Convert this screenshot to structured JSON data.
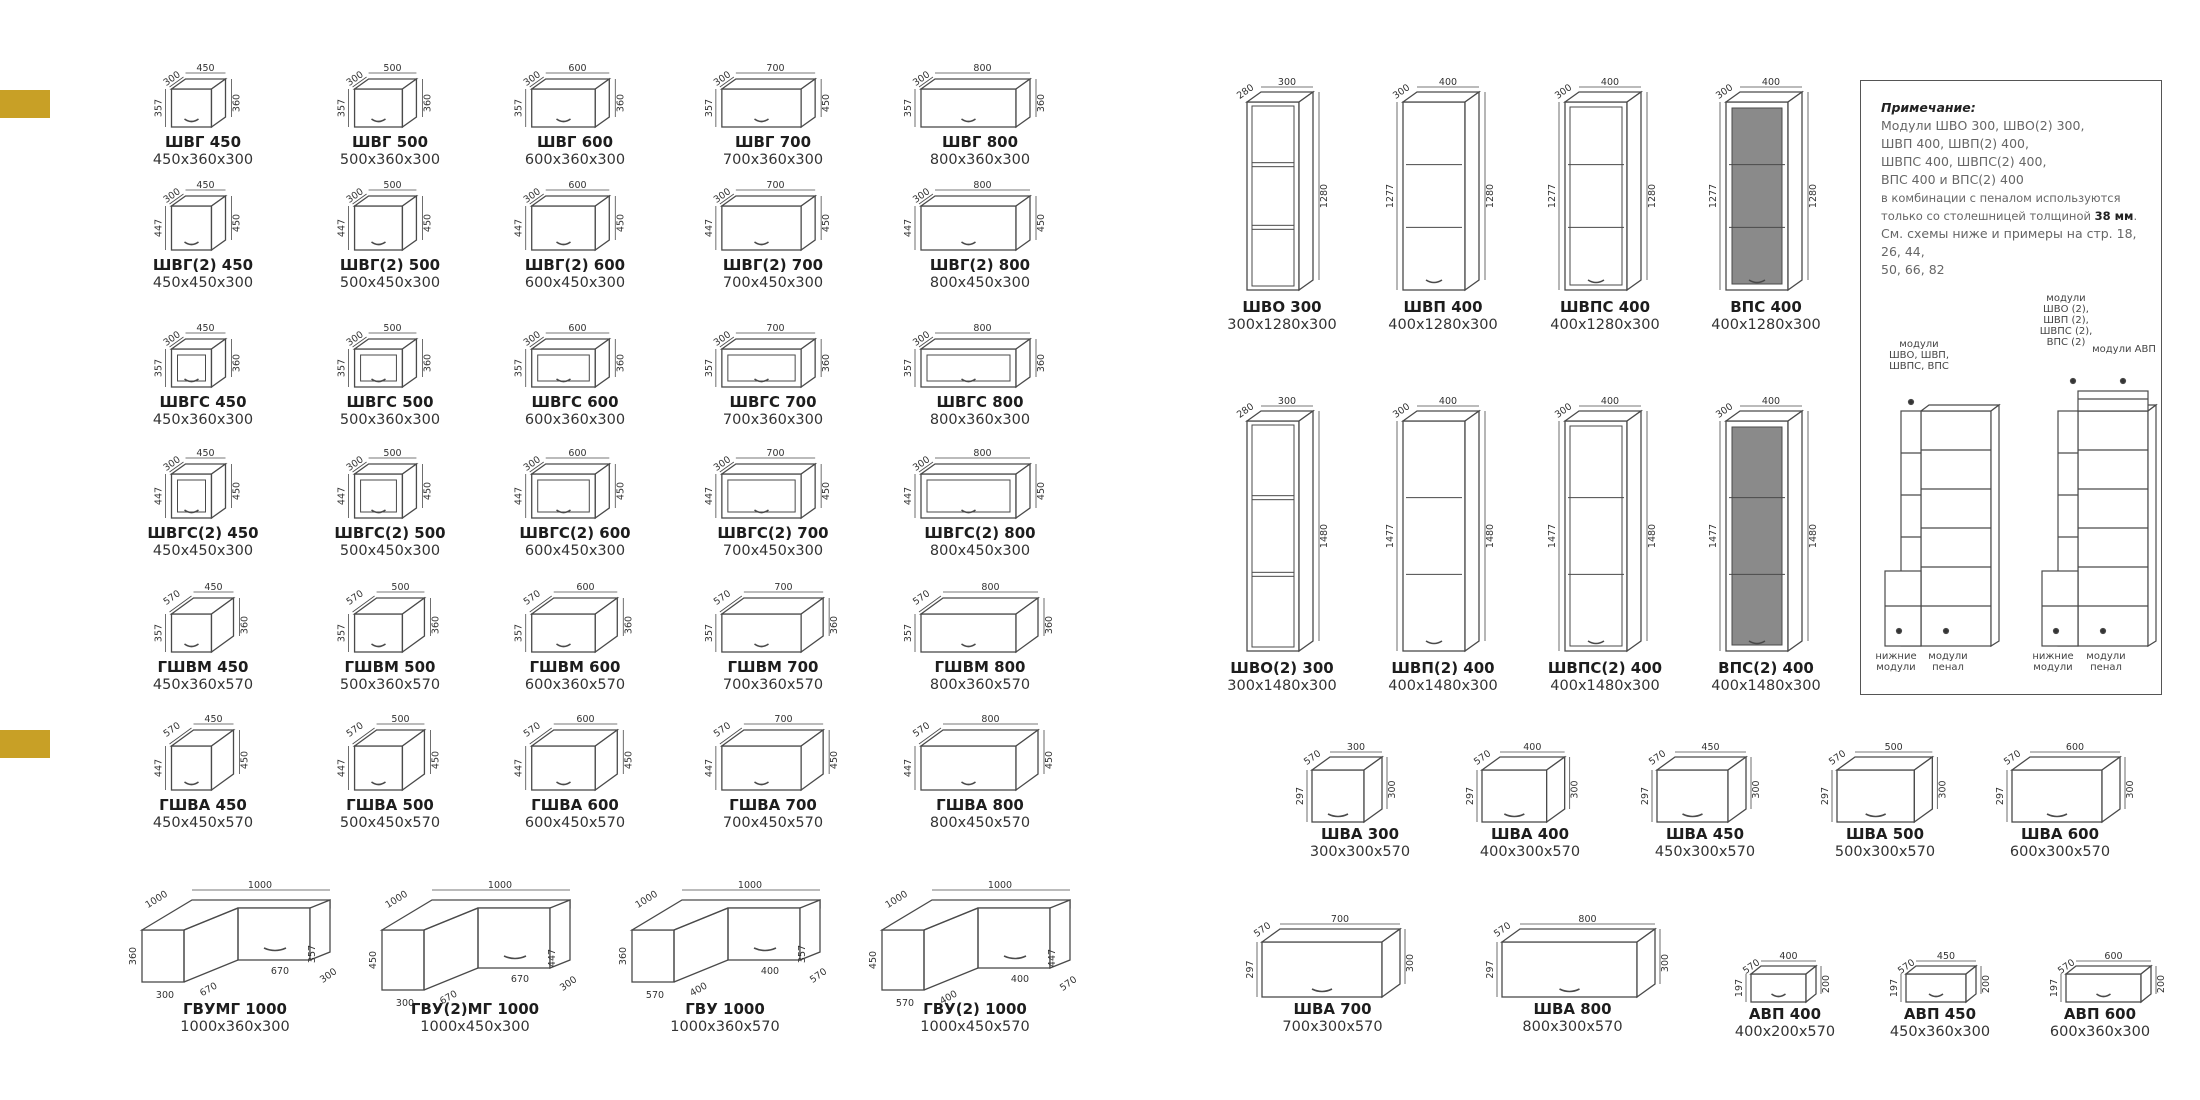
{
  "wall_modules": [
    {
      "name": "ШВГ 450",
      "size": "450x360x300",
      "w": "450",
      "d": "300",
      "h": "360",
      "hi": "357",
      "col": 0,
      "row": 0,
      "type": "flap"
    },
    {
      "name": "ШВГ 500",
      "size": "500x360x300",
      "w": "500",
      "d": "300",
      "h": "360",
      "hi": "357",
      "col": 1,
      "row": 0,
      "type": "flap"
    },
    {
      "name": "ШВГ 600",
      "size": "600x360x300",
      "w": "600",
      "d": "300",
      "h": "360",
      "hi": "357",
      "col": 2,
      "row": 0,
      "type": "flap"
    },
    {
      "name": "ШВГ 700",
      "size": "700x360x300",
      "w": "700",
      "d": "300",
      "h": "450",
      "hi": "357",
      "col": 3,
      "row": 0,
      "type": "flap"
    },
    {
      "name": "ШВГ 800",
      "size": "800x360x300",
      "w": "800",
      "d": "300",
      "h": "360",
      "hi": "357",
      "col": 4,
      "row": 0,
      "type": "flap"
    },
    {
      "name": "ШВГ(2) 450",
      "size": "450x450x300",
      "w": "450",
      "d": "300",
      "h": "450",
      "hi": "447",
      "col": 0,
      "row": 1,
      "type": "flap"
    },
    {
      "name": "ШВГ(2) 500",
      "size": "500x450x300",
      "w": "500",
      "d": "300",
      "h": "450",
      "hi": "447",
      "col": 1,
      "row": 1,
      "type": "flap"
    },
    {
      "name": "ШВГ(2) 600",
      "size": "600x450x300",
      "w": "600",
      "d": "300",
      "h": "450",
      "hi": "447",
      "col": 2,
      "row": 1,
      "type": "flap"
    },
    {
      "name": "ШВГ(2) 700",
      "size": "700x450x300",
      "w": "700",
      "d": "300",
      "h": "450",
      "hi": "447",
      "col": 3,
      "row": 1,
      "type": "flap"
    },
    {
      "name": "ШВГ(2) 800",
      "size": "800x450x300",
      "w": "800",
      "d": "300",
      "h": "450",
      "hi": "447",
      "col": 4,
      "row": 1,
      "type": "flap"
    },
    {
      "name": "ШВГС 450",
      "size": "450x360x300",
      "w": "450",
      "d": "300",
      "h": "360",
      "hi": "357",
      "col": 0,
      "row": 2,
      "type": "glass"
    },
    {
      "name": "ШВГС 500",
      "size": "500x360x300",
      "w": "500",
      "d": "300",
      "h": "360",
      "hi": "357",
      "col": 1,
      "row": 2,
      "type": "glass"
    },
    {
      "name": "ШВГС 600",
      "size": "600x360x300",
      "w": "600",
      "d": "300",
      "h": "360",
      "hi": "357",
      "col": 2,
      "row": 2,
      "type": "glass"
    },
    {
      "name": "ШВГС 700",
      "size": "700x360x300",
      "w": "700",
      "d": "300",
      "h": "360",
      "hi": "357",
      "col": 3,
      "row": 2,
      "type": "glass"
    },
    {
      "name": "ШВГС 800",
      "size": "800x360x300",
      "w": "800",
      "d": "300",
      "h": "360",
      "hi": "357",
      "col": 4,
      "row": 2,
      "type": "glass"
    },
    {
      "name": "ШВГС(2) 450",
      "size": "450x450x300",
      "w": "450",
      "d": "300",
      "h": "450",
      "hi": "447",
      "col": 0,
      "row": 3,
      "type": "glass"
    },
    {
      "name": "ШВГС(2) 500",
      "size": "500x450x300",
      "w": "500",
      "d": "300",
      "h": "450",
      "hi": "447",
      "col": 1,
      "row": 3,
      "type": "glass"
    },
    {
      "name": "ШВГС(2) 600",
      "size": "600x450x300",
      "w": "600",
      "d": "300",
      "h": "450",
      "hi": "447",
      "col": 2,
      "row": 3,
      "type": "glass"
    },
    {
      "name": "ШВГС(2) 700",
      "size": "700x450x300",
      "w": "700",
      "d": "300",
      "h": "450",
      "hi": "447",
      "col": 3,
      "row": 3,
      "type": "glass"
    },
    {
      "name": "ШВГС(2) 800",
      "size": "800x450x300",
      "w": "800",
      "d": "300",
      "h": "450",
      "hi": "447",
      "col": 4,
      "row": 3,
      "type": "glass"
    },
    {
      "name": "ГШВМ 450",
      "size": "450x360x570",
      "w": "450",
      "d": "570",
      "h": "360",
      "hi": "357",
      "col": 0,
      "row": 4,
      "type": "deep"
    },
    {
      "name": "ГШВМ 500",
      "size": "500x360x570",
      "w": "500",
      "d": "570",
      "h": "360",
      "hi": "357",
      "col": 1,
      "row": 4,
      "type": "deep"
    },
    {
      "name": "ГШВМ 600",
      "size": "600x360x570",
      "w": "600",
      "d": "570",
      "h": "360",
      "hi": "357",
      "col": 2,
      "row": 4,
      "type": "deep"
    },
    {
      "name": "ГШВМ 700",
      "size": "700x360x570",
      "w": "700",
      "d": "570",
      "h": "360",
      "hi": "357",
      "col": 3,
      "row": 4,
      "type": "deep"
    },
    {
      "name": "ГШВМ 800",
      "size": "800x360x570",
      "w": "800",
      "d": "570",
      "h": "360",
      "hi": "357",
      "col": 4,
      "row": 4,
      "type": "deep"
    },
    {
      "name": "ГШВА 450",
      "size": "450x450x570",
      "w": "450",
      "d": "570",
      "h": "450",
      "hi": "447",
      "col": 0,
      "row": 5,
      "type": "deep"
    },
    {
      "name": "ГШВА 500",
      "size": "500x450x570",
      "w": "500",
      "d": "570",
      "h": "450",
      "hi": "447",
      "col": 1,
      "row": 5,
      "type": "deep"
    },
    {
      "name": "ГШВА 600",
      "size": "600x450x570",
      "w": "600",
      "d": "570",
      "h": "450",
      "hi": "447",
      "col": 2,
      "row": 5,
      "type": "deep"
    },
    {
      "name": "ГШВА 700",
      "size": "700x450x570",
      "w": "700",
      "d": "570",
      "h": "450",
      "hi": "447",
      "col": 3,
      "row": 5,
      "type": "deep"
    },
    {
      "name": "ГШВА 800",
      "size": "800x450x570",
      "w": "800",
      "d": "570",
      "h": "450",
      "hi": "447",
      "col": 4,
      "row": 5,
      "type": "deep"
    }
  ],
  "corner_modules": [
    {
      "name": "ГВУМГ 1000",
      "size": "1000x360x300",
      "top": "1000",
      "side": "1000",
      "h": "360",
      "a": "670",
      "b": "670",
      "c": "300",
      "d": "300",
      "e": "357"
    },
    {
      "name": "ГВУ(2)МГ 1000",
      "size": "1000x450x300",
      "top": "1000",
      "side": "1000",
      "h": "450",
      "a": "670",
      "b": "670",
      "c": "300",
      "d": "300",
      "e": "447"
    },
    {
      "name": "ГВУ 1000",
      "size": "1000x360x570",
      "top": "1000",
      "side": "1000",
      "h": "360",
      "a": "400",
      "b": "400",
      "c": "570",
      "d": "570",
      "e": "357"
    },
    {
      "name": "ГВУ(2) 1000",
      "size": "1000x450x570",
      "top": "1000",
      "side": "1000",
      "h": "450",
      "a": "400",
      "b": "400",
      "c": "570",
      "d": "570",
      "e": "447"
    }
  ],
  "tall_modules": [
    {
      "name": "ШВО 300",
      "size": "300x1280x300",
      "w": "300",
      "d": "280",
      "h": "1280",
      "hi": "",
      "type": "open"
    },
    {
      "name": "ШВП 400",
      "size": "400x1280x300",
      "w": "400",
      "d": "300",
      "h": "1280",
      "hi": "1277",
      "type": "door"
    },
    {
      "name": "ШВПС 400",
      "size": "400x1280x300",
      "w": "400",
      "d": "300",
      "h": "1280",
      "hi": "1277",
      "type": "glassdoor"
    },
    {
      "name": "ВПС 400",
      "size": "400x1280x300",
      "w": "400",
      "d": "300",
      "h": "1280",
      "hi": "1277",
      "type": "dark"
    },
    {
      "name": "ШВО(2) 300",
      "size": "300x1480x300",
      "w": "300",
      "d": "280",
      "h": "1480",
      "hi": "",
      "type": "open"
    },
    {
      "name": "ШВП(2) 400",
      "size": "400x1480x300",
      "w": "400",
      "d": "300",
      "h": "1480",
      "hi": "1477",
      "type": "door"
    },
    {
      "name": "ШВПС(2) 400",
      "size": "400x1480x300",
      "w": "400",
      "d": "300",
      "h": "1480",
      "hi": "1477",
      "type": "glassdoor"
    },
    {
      "name": "ВПС(2) 400",
      "size": "400x1480x300",
      "w": "400",
      "d": "300",
      "h": "1480",
      "hi": "1477",
      "type": "dark"
    }
  ],
  "shva_modules": [
    {
      "name": "ШВА 300",
      "size": "300x300x570",
      "w": "300",
      "d": "570",
      "h": "300",
      "hi": "297"
    },
    {
      "name": "ШВА 400",
      "size": "400x300x570",
      "w": "400",
      "d": "570",
      "h": "300",
      "hi": "297"
    },
    {
      "name": "ШВА 450",
      "size": "450x300x570",
      "w": "450",
      "d": "570",
      "h": "300",
      "hi": "297"
    },
    {
      "name": "ШВА 500",
      "size": "500x300x570",
      "w": "500",
      "d": "570",
      "h": "300",
      "hi": "297"
    },
    {
      "name": "ШВА 600",
      "size": "600x300x570",
      "w": "600",
      "d": "570",
      "h": "300",
      "hi": "297"
    },
    {
      "name": "ШВА 700",
      "size": "700x300x570",
      "w": "700",
      "d": "570",
      "h": "300",
      "hi": "297"
    },
    {
      "name": "ШВА 800",
      "size": "800x300x570",
      "w": "800",
      "d": "570",
      "h": "300",
      "hi": "297"
    },
    {
      "name": "АВП 400",
      "size": "400x200x570",
      "w": "400",
      "d": "570",
      "h": "200",
      "hi": "197"
    },
    {
      "name": "АВП 450",
      "size": "450x360x300",
      "w": "450",
      "d": "570",
      "h": "200",
      "hi": "197"
    },
    {
      "name": "АВП 600",
      "size": "600x360x300",
      "w": "600",
      "d": "570",
      "h": "200",
      "hi": "197"
    }
  ],
  "note": {
    "title": "Примечание:",
    "lines": [
      "Модули ШВО 300, ШВО(2) 300,",
      "ШВП 400, ШВП(2) 400,",
      "ШВПС 400, ШВПС(2) 400,",
      "ВПС 400 и ВПС(2) 400",
      "в комбинации с пеналом используются",
      "только со столешницей толщиной",
      "См. схемы ниже и примеры на стр. 18, 26, 44,",
      "50, 66, 82"
    ],
    "bold_thickness": "38 мм",
    "labels": {
      "left_top": "модули\nШВО, ШВП,\nШВПС, ВПС",
      "right_top": "модули\nШВО (2),\nШВП (2),\nШВПС (2),\nВПС (2)",
      "avp": "модули АВП",
      "bottom_low": "нижние\nмодули",
      "bottom_penal": "модули\nпенал"
    }
  },
  "colors": {
    "accent_tab": "#c8a026",
    "line": "#4a4a4a",
    "glass_dark": "#8a8a8a"
  }
}
